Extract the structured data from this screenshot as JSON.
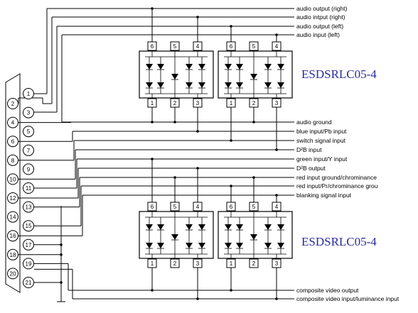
{
  "signals_top": [
    {
      "id": "audio-output-right",
      "label": "audio output (right)"
    },
    {
      "id": "audio-input-right",
      "label": "audio intput (right)"
    },
    {
      "id": "audio-output-left",
      "label": "audio output (left)"
    },
    {
      "id": "audio-input-left",
      "label": "audio input (left)"
    }
  ],
  "signals_mid": [
    {
      "id": "audio-ground",
      "label": "audio ground"
    },
    {
      "id": "blue-input",
      "label": "blue input/Pb input"
    },
    {
      "id": "switch-signal-input",
      "label": "switch signal input"
    },
    {
      "id": "d2b-input",
      "label": "D²B input"
    },
    {
      "id": "green-input",
      "label": "green input/Y input"
    },
    {
      "id": "d2b-output",
      "label": "D²B output"
    },
    {
      "id": "red-input-ground",
      "label": "red input ground/chrominance"
    },
    {
      "id": "red-input",
      "label": "red input/Pr/chrominance grou"
    },
    {
      "id": "blanking-signal-input",
      "label": "blanking signal input"
    }
  ],
  "signals_bottom": [
    {
      "id": "composite-video-output",
      "label": "composite video output"
    },
    {
      "id": "composite-video-input",
      "label": "composite video input/luminance input"
    }
  ],
  "chips": [
    {
      "name": "ESDSRLC05-4",
      "top_pins": [
        "6",
        "5",
        "4"
      ],
      "bottom_pins": [
        "1",
        "2",
        "3"
      ]
    },
    {
      "name": "ESDSRLC05-4",
      "top_pins": [
        "6",
        "5",
        "4"
      ],
      "bottom_pins": [
        "1",
        "2",
        "3"
      ]
    },
    {
      "name": "ESDSRLC05-4",
      "top_pins": [
        "6",
        "5",
        "4"
      ],
      "bottom_pins": [
        "1",
        "2",
        "3"
      ]
    },
    {
      "name": "ESDSRLC05-4",
      "top_pins": [
        "6",
        "5",
        "4"
      ],
      "bottom_pins": [
        "1",
        "2",
        "3"
      ]
    }
  ],
  "chip_labels": {
    "upper": "ESDSRLC05-4",
    "lower": "ESDSRLC05-4"
  },
  "connector_pins": [
    "1",
    "2",
    "3",
    "4",
    "5",
    "6",
    "7",
    "8",
    "9",
    "10",
    "11",
    "12",
    "13",
    "14",
    "15",
    "16",
    "17",
    "18",
    "19",
    "20",
    "21"
  ]
}
